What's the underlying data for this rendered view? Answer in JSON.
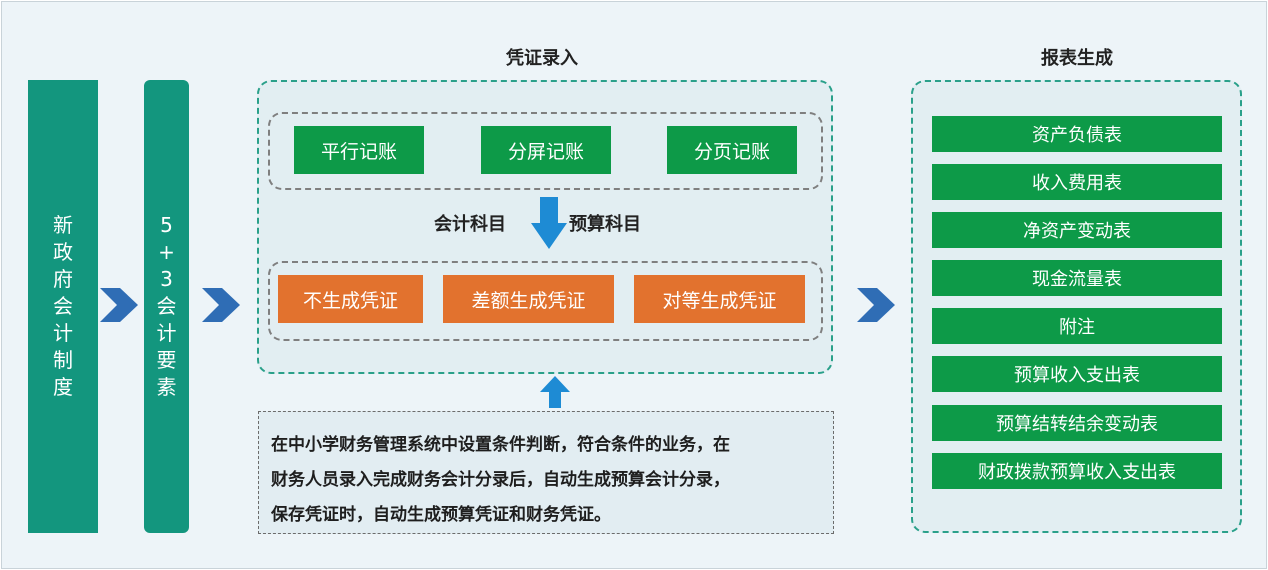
{
  "colors": {
    "bar_teal": "#13967e",
    "green_button": "#0d9a48",
    "orange_button": "#e2722e",
    "arrow_blue": "#2f6db5",
    "down_arrow_blue": "#1e8bd4",
    "panel_dash": "#2aa08a",
    "background": "#edf4f8"
  },
  "left_bar_1": {
    "chars": [
      "新",
      "政",
      "府",
      "会",
      "计",
      "制",
      "度"
    ]
  },
  "left_bar_2": {
    "chars": [
      "5",
      "+",
      "3",
      "会",
      "计",
      "要",
      "素"
    ]
  },
  "voucher_entry": {
    "title": "凭证录入",
    "modes": [
      "平行记账",
      "分屏记账",
      "分页记账"
    ],
    "label_left": "会计科目",
    "label_right": "预算科目",
    "outputs": [
      "不生成凭证",
      "差额生成凭证",
      "对等生成凭证"
    ]
  },
  "note": {
    "lines": [
      "在中小学财务管理系统中设置条件判断，符合条件的业务，在",
      "财务人员录入完成财务会计分录后，自动生成预算会计分录，",
      "保存凭证时，自动生成预算凭证和财务凭证。"
    ]
  },
  "report_gen": {
    "title": "报表生成",
    "items": [
      "资产负债表",
      "收入费用表",
      "净资产变动表",
      "现金流量表",
      "附注",
      "预算收入支出表",
      "预算结转结余变动表",
      "财政拨款预算收入支出表"
    ]
  }
}
